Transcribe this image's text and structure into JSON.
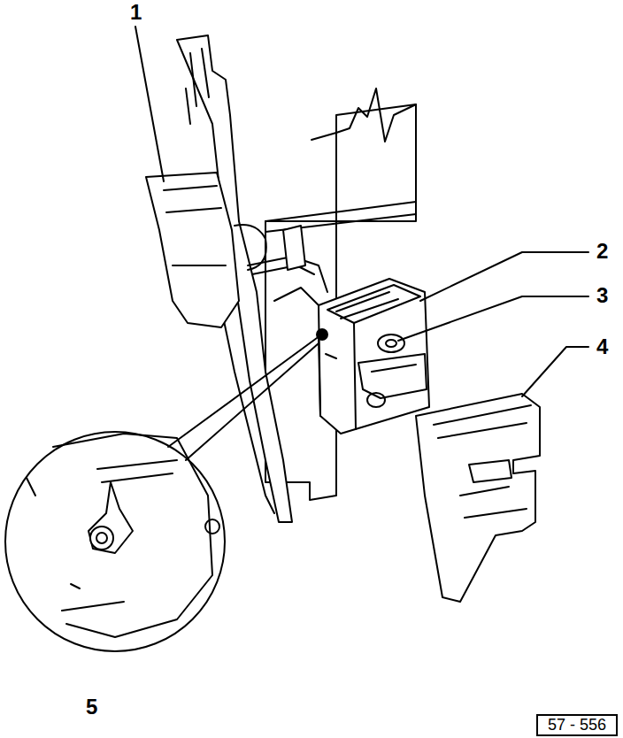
{
  "diagram": {
    "nodes": [
      {
        "text": [
          "57 - 556"
        ]
      }
    ],
    "labels": [
      "1",
      "2",
      "3",
      "4",
      "5"
    ]
  }
}
